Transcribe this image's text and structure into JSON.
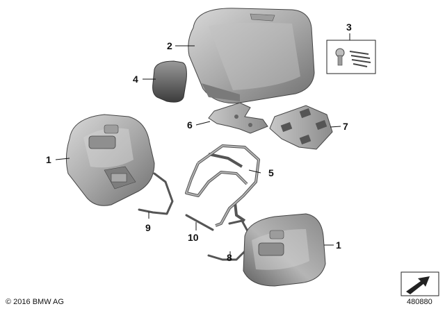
{
  "callouts": [
    {
      "id": "1",
      "label": "1"
    },
    {
      "id": "2",
      "label": "2"
    },
    {
      "id": "3",
      "label": "3"
    },
    {
      "id": "4",
      "label": "4"
    },
    {
      "id": "5",
      "label": "5"
    },
    {
      "id": "6",
      "label": "6"
    },
    {
      "id": "7",
      "label": "7"
    },
    {
      "id": "8",
      "label": "8"
    },
    {
      "id": "9",
      "label": "9"
    },
    {
      "id": "10",
      "label": "10"
    },
    {
      "id": "1b",
      "label": "1"
    }
  ],
  "footer": {
    "copyright": "© 2016 BMW AG",
    "ref_number": "480880"
  }
}
